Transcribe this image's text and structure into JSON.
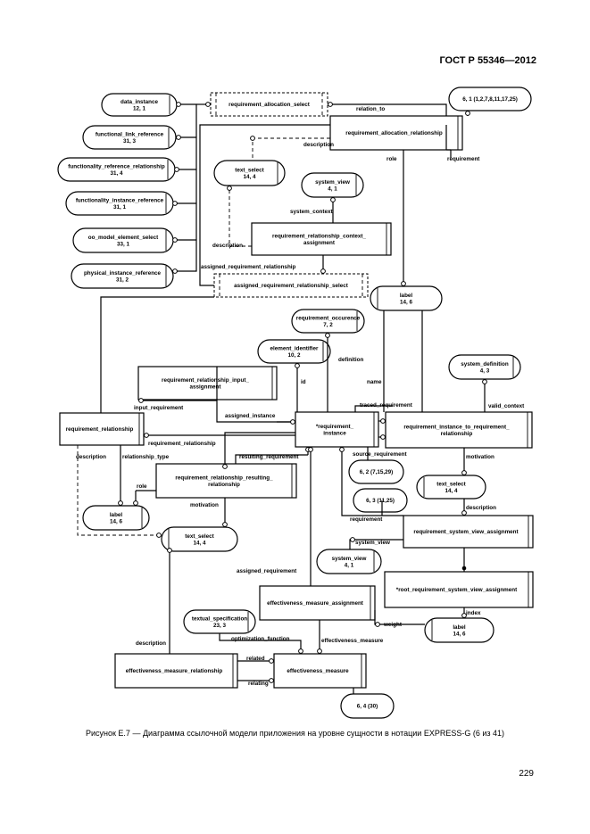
{
  "header": {
    "standard": "ГОСТ Р 55346—2012"
  },
  "caption": "Рисунок Е.7 — Диаграмма ссылочной модели приложения на уровне сущности в нотации EXPRESS-G (6 из 41)",
  "page_number": "229",
  "diagram": {
    "entities": {
      "req_alloc_rel": [
        "requirement_allocation_relationship"
      ],
      "req_rel_ctx": [
        "requirement_relationship_context_",
        "assignment"
      ],
      "req_rel_input": [
        "requirement_relationship_input_",
        "assignment"
      ],
      "req_relationship": [
        "requirement_relationship"
      ],
      "req_instance": [
        "*requirement_",
        "instance"
      ],
      "req_inst_to_req": [
        "requirement_instance_to_requirement_",
        "relationship"
      ],
      "req_rel_resulting": [
        "requirement_relationship_resulting_",
        "relationship"
      ],
      "req_sys_view": [
        "requirement_system_view_assignment"
      ],
      "root_req_sys_view": [
        "*root_requirement_system_view_assignment"
      ],
      "eff_assign": [
        "effectiveness_measure_assignment"
      ],
      "eff_rel": [
        "effectiveness_measure_relationship"
      ],
      "eff_measure": [
        "effectiveness_measure"
      ]
    },
    "selects": {
      "req_alloc_select": [
        "requirement_allocation_select"
      ],
      "assigned_req_rel_select": [
        "assigned_requirement_relationship_select"
      ]
    },
    "refs": {
      "data_instance": [
        "data_instance",
        "12, 1"
      ],
      "func_link_ref": [
        "functional_link_reference",
        "31, 3"
      ],
      "functionality_ref_rel": [
        "functionality_reference_relationship",
        "31, 4"
      ],
      "func_inst_ref": [
        "functionality_instance_reference",
        "31, 1"
      ],
      "oo_model": [
        "oo_model_element_select",
        "33, 1"
      ],
      "phys_inst_ref": [
        "physical_instance_reference",
        "31, 2"
      ],
      "text_select_1": [
        "text_select",
        "14, 4"
      ],
      "system_view_1": [
        "system_view",
        "4, 1"
      ],
      "label_1": [
        "label",
        "14, 6"
      ],
      "req_occurrence": [
        "requirement_occurence",
        "7, 2"
      ],
      "element_identifier": [
        "element_identifier",
        "10, 2"
      ],
      "system_definition": [
        "system_definition",
        "4, 3"
      ],
      "label_2": [
        "label",
        "14, 6"
      ],
      "text_select_2": [
        "text_select",
        "14, 4"
      ],
      "text_select_3": [
        "text_select",
        "14, 4"
      ],
      "system_view_2": [
        "system_view",
        "4, 1"
      ],
      "label_3": [
        "label",
        "14, 6"
      ],
      "textual_spec": [
        "textual_specification",
        "23, 3"
      ]
    },
    "page_refs": {
      "pr1": "6, 1 (1,2,7,8,11,17,25)",
      "pr2": "6, 2 (7,15,29)",
      "pr3": "6, 3 (11,25)",
      "pr4": "6, 4 (30)"
    },
    "attrs": {
      "relation_to": "relation_to",
      "description_1": "description",
      "role": "role",
      "requirement_1": "requirement",
      "system_context": "system_context",
      "description_2": "description",
      "assigned_req_rel": "assigned_requirement_relationship",
      "occurrence_definition": "definition",
      "name": "name",
      "id": "id",
      "valid_context": "valid_context",
      "traced_requirement": "traced_requirement",
      "input_requirement": "input_requirement",
      "assigned_instance": "assigned_instance",
      "requirement_relationship_attr": "requirement_relationship",
      "source_requirement": "source_requirement",
      "motivation_1": "motivation",
      "resulting_requirement": "resulting_requirement",
      "description_3": "description",
      "relationship_type": "relationship_type",
      "role_2": "role",
      "motivation_2": "motivation",
      "description_4": "description",
      "requirement_2": "requirement",
      "system_view_attr": "system_view",
      "assigned_requirement": "assigned_requirement",
      "index": "index",
      "weight": "weight",
      "optimization_function": "optimization_function",
      "effectiveness_measure_attr": "effectiveness_measure",
      "description_5": "description",
      "related": "related",
      "relating": "relating"
    }
  }
}
